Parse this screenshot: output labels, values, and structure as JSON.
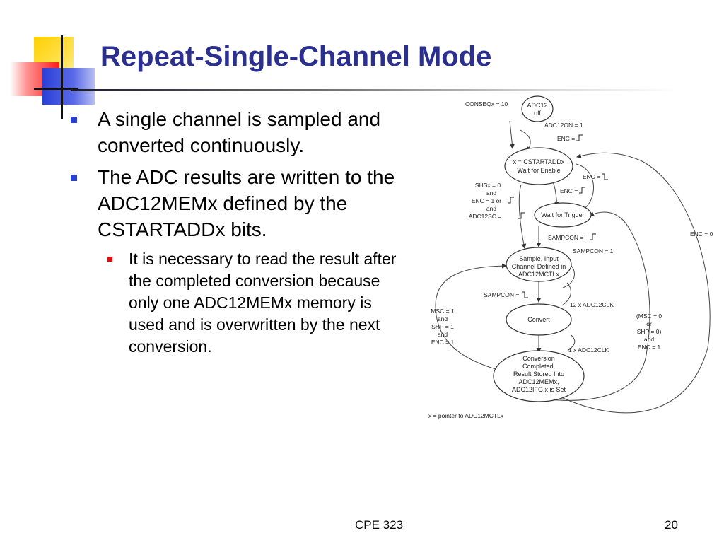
{
  "slide": {
    "title": "Repeat-Single-Channel Mode",
    "bullets": [
      "A single channel is sampled and converted continuously.",
      "The ADC results are written to the ADC12MEMx defined by the CSTARTADDx bits."
    ],
    "sub_bullets": [
      "It is necessary to read the result after the completed conversion because only one ADC12MEMx memory is used and is overwritten by the next conversion."
    ]
  },
  "diagram": {
    "states": {
      "off": [
        "ADC12",
        "off"
      ],
      "wait_enable": [
        "x = CSTARTADDx",
        "Wait for Enable"
      ],
      "wait_trigger": [
        "Wait for Trigger"
      ],
      "sample": [
        "Sample, Input",
        "Channel Defined in",
        "ADC12MCTLx"
      ],
      "convert": [
        "Convert"
      ],
      "completed": [
        "Conversion",
        "Completed,",
        "Result Stored Into",
        "ADC12MEMx,",
        "ADC12IFG.x is Set"
      ]
    },
    "labels": {
      "conseq": "CONSEQx = 10",
      "adc12on": "ADC12ON = 1",
      "enc_rise": "ENC =",
      "enc_fall": "ENC =",
      "enc_rise2": "ENC =",
      "shs": [
        "SHSx = 0",
        "and",
        "ENC = 1 or",
        "and",
        "ADC12SC ="
      ],
      "sampcon_rise": "SAMPCON =",
      "sampcon_1": "SAMPCON = 1",
      "sampcon_fall": "SAMPCON =",
      "clk12": "12 x ADC12CLK",
      "clk1": "1 x ADC12CLK",
      "msc_left": [
        "MSC = 1",
        "and",
        "SHP = 1",
        "and",
        "ENC = 1"
      ],
      "msc_right": [
        "(MSC = 0",
        "or",
        "SHP = 0)",
        "and",
        "ENC = 1"
      ],
      "enc0": "ENC = 0",
      "footnote": "x = pointer to ADC12MCTLx"
    }
  },
  "footer": {
    "course": "CPE 323",
    "page": "20"
  }
}
